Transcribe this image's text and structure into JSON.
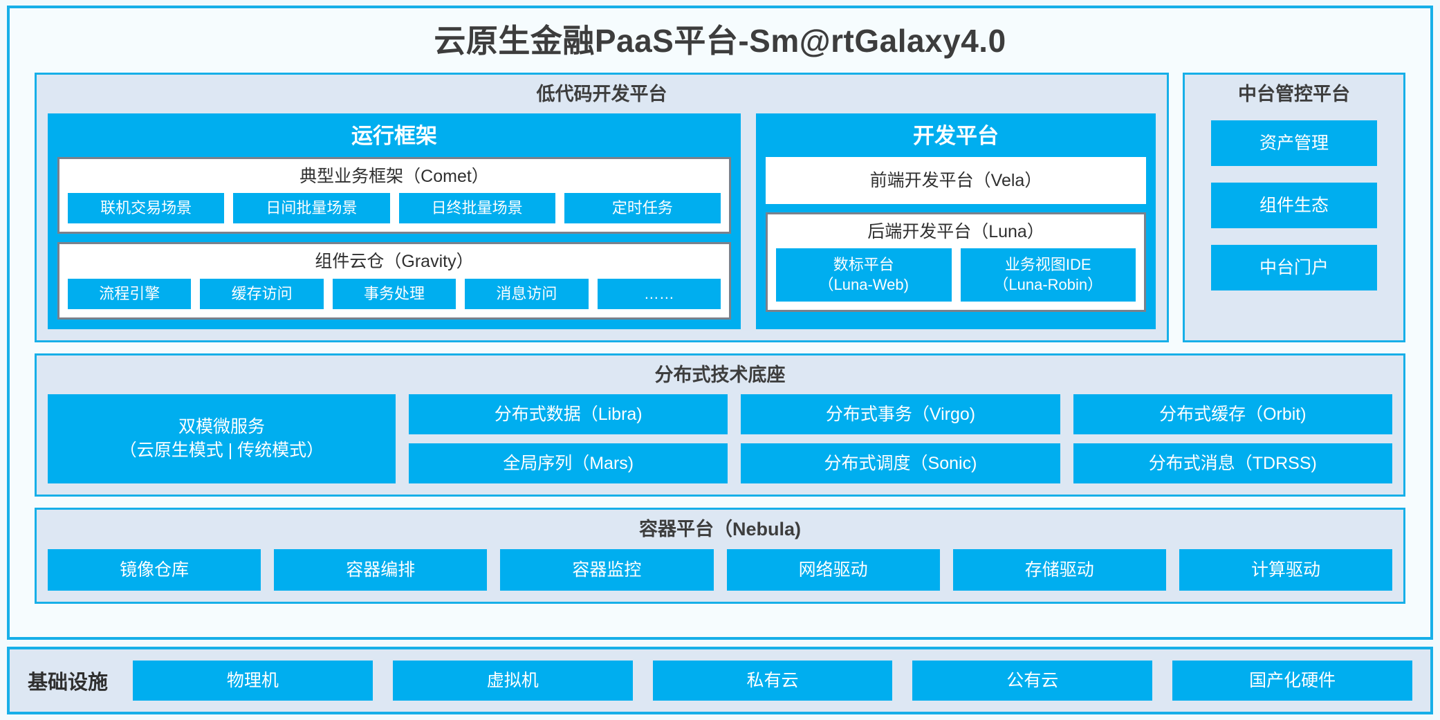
{
  "title": "云原生金融PaaS平台-Sm@rtGalaxy4.0",
  "colors": {
    "accent_blue": "#00AEEF",
    "border_blue": "#17AFE8",
    "panel_bg": "#DDE7F3",
    "page_bg": "#F3FAFD",
    "group_border_grey": "#7A818C",
    "text_dark": "#3C3C3C"
  },
  "lowcode": {
    "title": "低代码开发平台",
    "runtime": {
      "title": "运行框架",
      "comet": {
        "title": "典型业务框架（Comet）",
        "items": [
          "联机交易场景",
          "日间批量场景",
          "日终批量场景",
          "定时任务"
        ]
      },
      "gravity": {
        "title": "组件云仓（Gravity）",
        "items": [
          "流程引擎",
          "缓存访问",
          "事务处理",
          "消息访问",
          "……"
        ]
      }
    },
    "devplatform": {
      "title": "开发平台",
      "frontend": "前端开发平台（Vela）",
      "backend": {
        "title": "后端开发平台（Luna）",
        "items": [
          {
            "line1": "数标平台",
            "line2": "（Luna-Web)"
          },
          {
            "line1": "业务视图IDE",
            "line2": "（Luna-Robin）"
          }
        ]
      }
    }
  },
  "midoffice": {
    "title": "中台管控平台",
    "items": [
      "资产管理",
      "组件生态",
      "中台门户"
    ]
  },
  "distributed": {
    "title": "分布式技术底座",
    "wide": {
      "line1": "双模微服务",
      "line2": "（云原生模式 | 传统模式）"
    },
    "columns": [
      [
        "分布式数据（Libra)",
        "全局序列（Mars)"
      ],
      [
        "分布式事务（Virgo)",
        "分布式调度（Sonic)"
      ],
      [
        "分布式缓存（Orbit)",
        "分布式消息（TDRSS)"
      ]
    ]
  },
  "container": {
    "title": "容器平台（Nebula)",
    "items": [
      "镜像仓库",
      "容器编排",
      "容器监控",
      "网络驱动",
      "存储驱动",
      "计算驱动"
    ]
  },
  "infrastructure": {
    "label": "基础设施",
    "items": [
      "物理机",
      "虚拟机",
      "私有云",
      "公有云",
      "国产化硬件"
    ]
  }
}
